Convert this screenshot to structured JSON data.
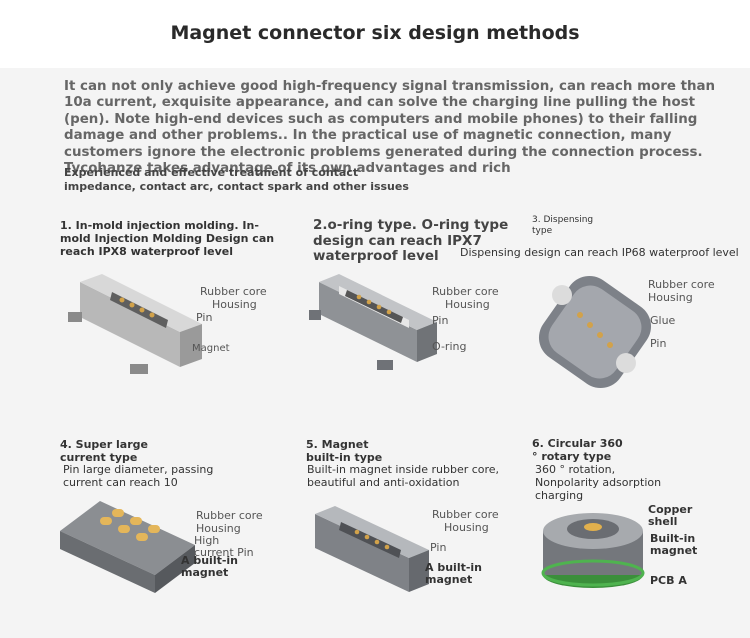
{
  "title": "Magnet connector six design methods",
  "intro": "It can not only achieve good high-frequency signal transmission, can reach more than 10a current, exquisite appearance, and can solve the charging line pulling the host (pen). Note high-end devices such as computers and mobile phones) to their falling damage and other problems.. In the practical use of magnetic connection, many customers ignore the electronic problems generated during the connection process. Tycohanze takes advantage of its own advantages and rich",
  "subtext": "Experienced and effective treatment of contact impedance, contact arc, contact spark and other issues",
  "methods": [
    {
      "caption": "1. In-mold injection molding. In-mold Injection Molding Design can reach IPX8 waterproof level",
      "labels": [
        "Rubber core",
        "Housing",
        "Pin",
        "Magnet"
      ]
    },
    {
      "caption": "2.o-ring type. O-ring type design can reach IPX7 waterproof level",
      "labels": [
        "Rubber core",
        "Housing",
        "Pin",
        "O-ring"
      ]
    },
    {
      "caption": "3. Dispensing type",
      "desc": "Dispensing design can reach IP68 waterproof level",
      "labels": [
        "Rubber core",
        "Housing",
        "Glue",
        "Pin"
      ]
    },
    {
      "caption": "4. Super large current type",
      "desc": "Pin large diameter, passing current can reach 10",
      "labels": [
        "Rubber core",
        "Housing",
        "High current Pin",
        "A built-in magnet"
      ]
    },
    {
      "caption": "5. Magnet built-in type",
      "desc": "Built-in magnet inside rubber core, beautiful and anti-oxidation",
      "labels": [
        "Rubber core",
        "Housing",
        "Pin",
        "A built-in magnet"
      ]
    },
    {
      "caption": "6. Circular 360 ° rotary type",
      "desc": "360 ° rotation, Nonpolarity adsorption charging",
      "labels": [
        "Copper shell",
        "Built-in magnet",
        "PCB A"
      ]
    }
  ]
}
